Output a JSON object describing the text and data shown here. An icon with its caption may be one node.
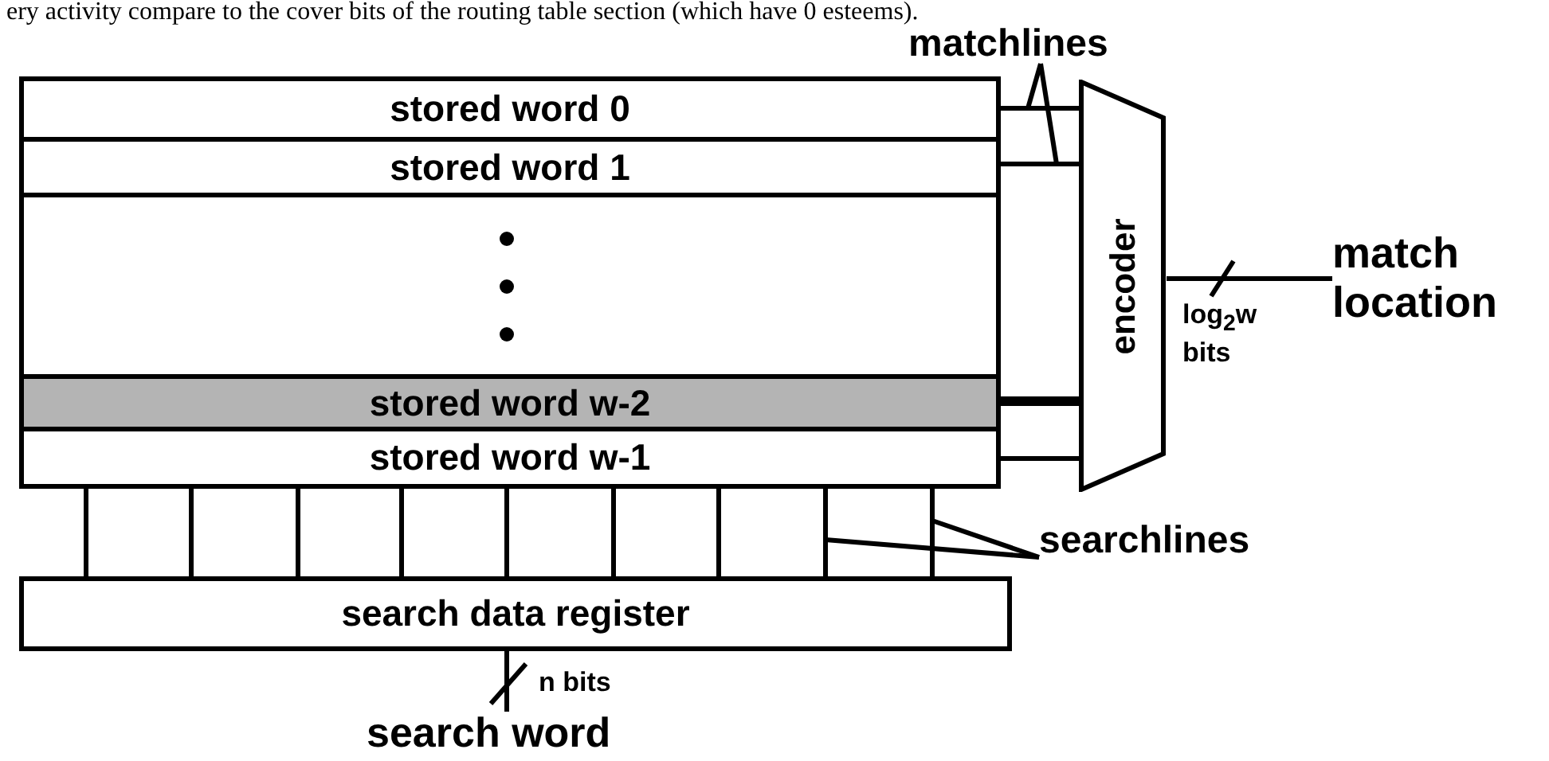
{
  "diagram": {
    "nodes": [
      {
        "text": [],
        "shape": "box"
      },
      {
        "text": [
          "stored word 0"
        ],
        "in": 0
      },
      {
        "text": [
          "stored word 1"
        ],
        "in": 0
      },
      {
        "text": [
          "stored word w-2"
        ],
        "in": 0
      },
      {
        "text": [
          "stored word w-1"
        ],
        "in": 0
      },
      {
        "text": [
          "encoder"
        ]
      },
      {
        "text": [
          "search data register"
        ]
      },
      {
        "text": [
          "matchlines"
        ]
      },
      {
        "text": [
          "searchlines"
        ]
      },
      {
        "text": [
          "match location"
        ]
      },
      {
        "text": [
          "search word"
        ]
      }
    ],
    "edges": [
      {
        "from": 1,
        "to": 5,
        "arrow": "none"
      },
      {
        "from": 2,
        "to": 5,
        "arrow": "none"
      },
      {
        "from": 3,
        "to": 5,
        "arrow": "none",
        "style": "thick"
      },
      {
        "from": 4,
        "to": 5,
        "arrow": "none"
      },
      {
        "from": 5,
        "to": 9,
        "arrow": "none",
        "label": "log$_{2}$w bits"
      },
      {
        "from": 6,
        "to": 0,
        "arrow": "none"
      },
      {
        "from": 6,
        "to": 0,
        "arrow": "none"
      },
      {
        "from": 6,
        "to": 0,
        "arrow": "none"
      },
      {
        "from": 6,
        "to": 0,
        "arrow": "none"
      },
      {
        "from": 6,
        "to": 0,
        "arrow": "none"
      },
      {
        "from": 6,
        "to": 0,
        "arrow": "none"
      },
      {
        "from": 6,
        "to": 0,
        "arrow": "none"
      },
      {
        "from": 6,
        "to": 0,
        "arrow": "none"
      },
      {
        "from": 6,
        "to": 0,
        "arrow": "none"
      },
      {
        "from": 7,
        "to": null,
        "arrow": "none"
      },
      {
        "from": 7,
        "to": null,
        "arrow": "none"
      },
      {
        "from": 8,
        "to": null,
        "arrow": "none"
      },
      {
        "from": 8,
        "to": null,
        "arrow": "none"
      },
      {
        "from": 10,
        "to": 6,
        "arrow": "none",
        "label": "n bits"
      }
    ],
    "labels": [
      "ery activity compare to the cover bits of the routing table section (which have 0 esteems)."
    ]
  }
}
